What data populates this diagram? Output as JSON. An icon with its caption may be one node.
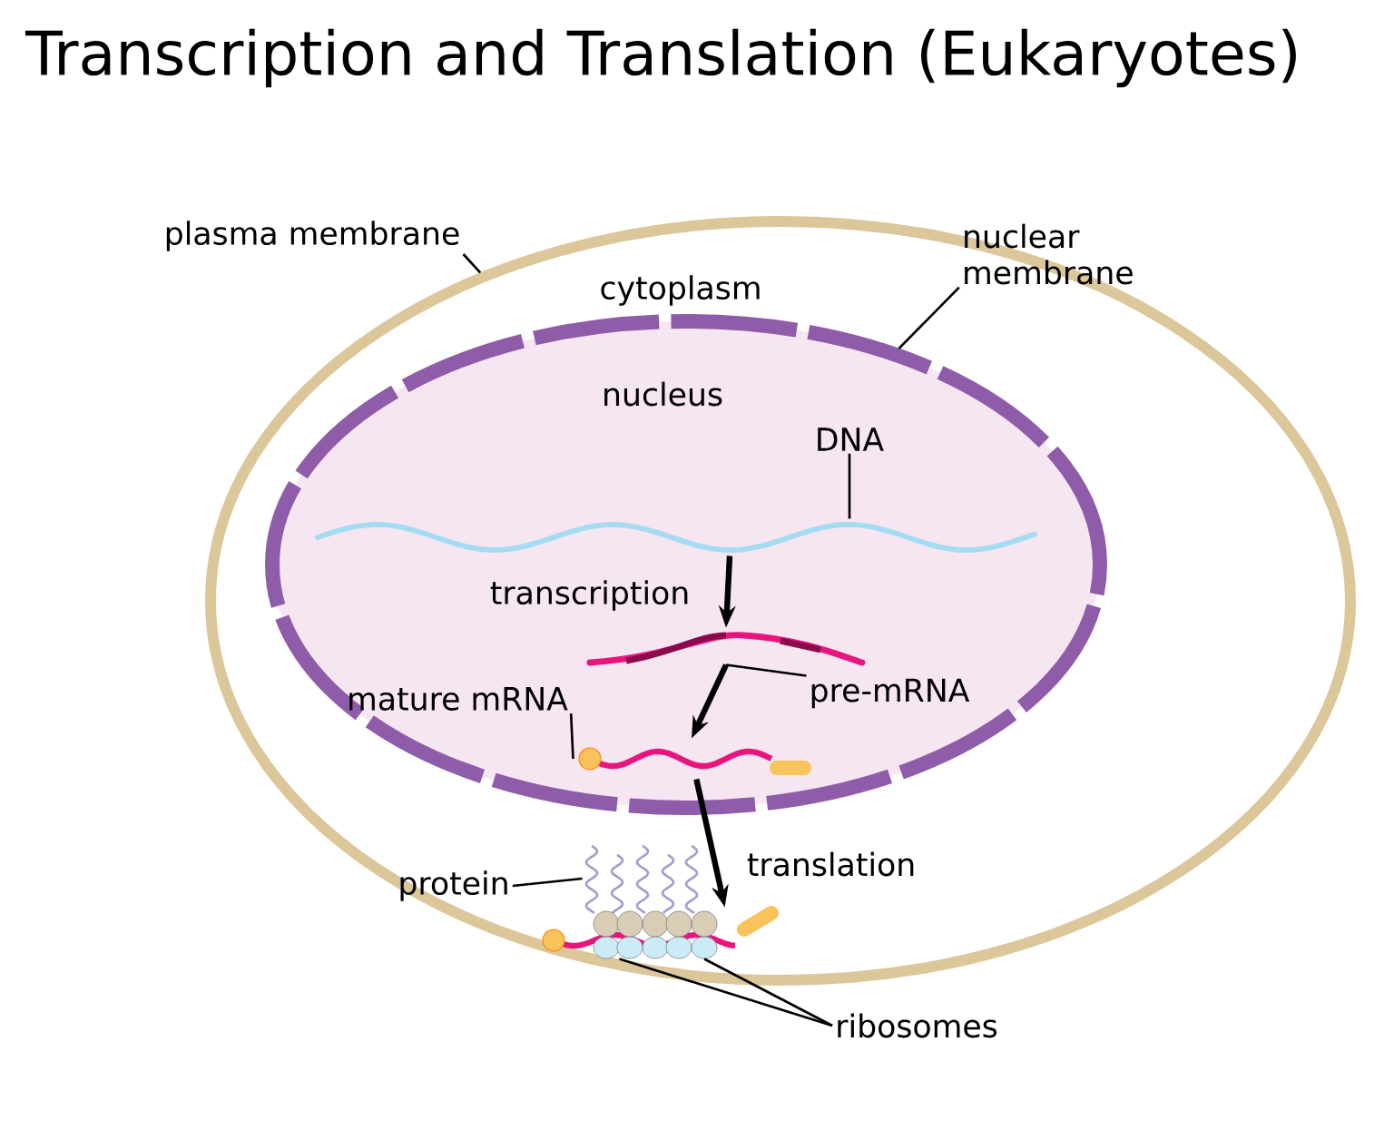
{
  "diagram": {
    "title": "Transcription and Translation (Eukaryotes)",
    "nodes": [
      {
        "text": [
          "plasma membrane"
        ]
      },
      {
        "text": [
          "cytoplasm"
        ]
      },
      {
        "text": [
          "nucleus"
        ],
        "in": 1
      },
      {
        "text": [
          "nuclear membrane"
        ]
      },
      {
        "text": [
          "DNA"
        ],
        "in": 2
      },
      {
        "text": [],
        "shape": "line",
        "in": 2
      },
      {
        "text": [],
        "shape": "line",
        "in": 2
      },
      {
        "text": [
          "pre-mRNA"
        ],
        "in": 2
      },
      {
        "text": [],
        "shape": "line",
        "in": 2
      },
      {
        "text": [
          "mature mRNA"
        ],
        "in": 2
      },
      {
        "text": [],
        "shape": "picture",
        "in": 1
      },
      {
        "text": [
          "protein"
        ],
        "in": 1
      },
      {
        "text": [],
        "shape": "picture",
        "in": 1
      },
      {
        "text": [
          "ribosomes"
        ]
      },
      {
        "text": [],
        "shape": "circle",
        "in": 10
      },
      {
        "text": [],
        "shape": "circle",
        "in": 10
      },
      {
        "text": [],
        "shape": "circle",
        "in": 10
      },
      {
        "text": [],
        "shape": "circle",
        "in": 10
      },
      {
        "text": [],
        "shape": "circle",
        "in": 10
      }
    ],
    "edges": [
      {
        "from": 0,
        "to": 1,
        "arrow": "none"
      },
      {
        "from": 3,
        "to": 2,
        "arrow": "none"
      },
      {
        "from": 4,
        "to": 5,
        "arrow": "none"
      },
      {
        "from": 5,
        "to": 6,
        "arrow": "to",
        "label": "transcription",
        "style": "thick"
      },
      {
        "from": 7,
        "to": 6,
        "arrow": "none"
      },
      {
        "from": 6,
        "to": 8,
        "arrow": "to",
        "style": "thick"
      },
      {
        "from": 9,
        "to": 8,
        "arrow": "none"
      },
      {
        "from": 8,
        "to": 10,
        "arrow": "to",
        "label": "translation",
        "style": "thick"
      },
      {
        "from": 11,
        "to": 12,
        "arrow": "none"
      },
      {
        "from": 13,
        "to": 14,
        "arrow": "none"
      },
      {
        "from": 13,
        "to": 18,
        "arrow": "none"
      }
    ]
  }
}
